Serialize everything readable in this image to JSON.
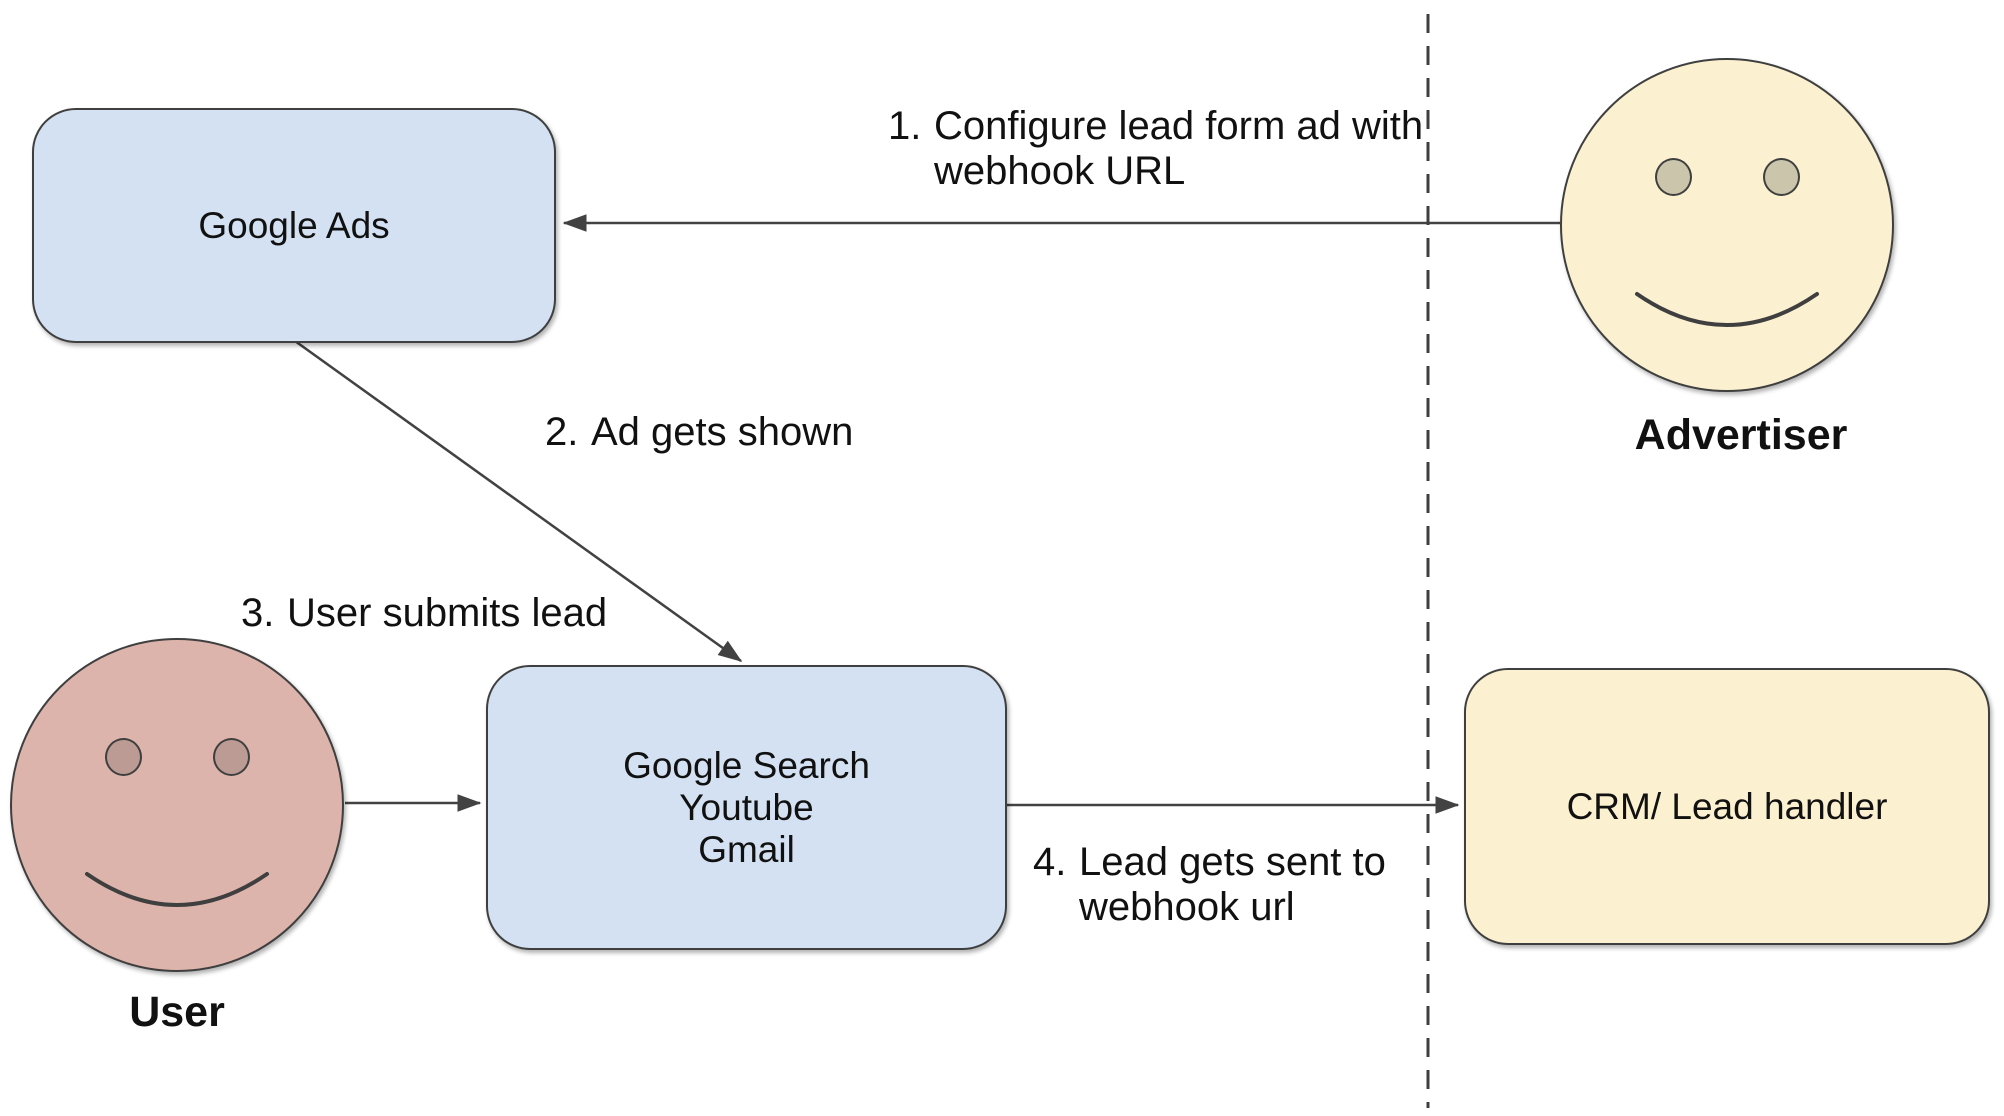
{
  "nodes": {
    "google_ads": {
      "label": "Google Ads"
    },
    "channels": {
      "line1": "Google Search",
      "line2": "Youtube",
      "line3": "Gmail"
    },
    "crm": {
      "label": "CRM/ Lead handler"
    }
  },
  "actors": {
    "user": {
      "label": "User"
    },
    "advertiser": {
      "label": "Advertiser"
    }
  },
  "steps": {
    "s1": {
      "num": "1.",
      "line1": "Configure lead form ad with",
      "line2": "webhook URL"
    },
    "s2": {
      "num": "2.",
      "line1": "Ad gets shown"
    },
    "s3": {
      "num": "3.",
      "line1": "User submits lead"
    },
    "s4": {
      "num": "4.",
      "line1": "Lead gets sent to",
      "line2": "webhook url"
    }
  },
  "colors": {
    "background": "#ffffff",
    "blue_fill": "#d3e1f2",
    "yellow_fill": "#fbf1d0",
    "pink_fill": "#ddb4ab",
    "user_eye": "#bc9b94",
    "advertiser_eye": "#cbc5ab",
    "stroke": "#3f3f3f",
    "arrow": "#424242",
    "text": "#111111"
  }
}
